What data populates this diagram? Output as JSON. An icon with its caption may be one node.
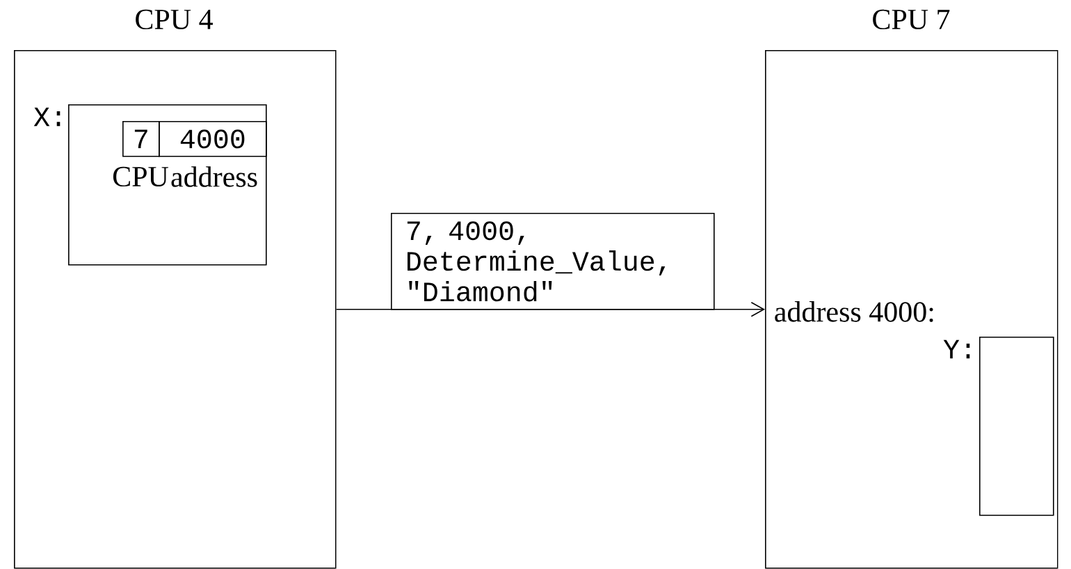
{
  "diagram": {
    "nodes": [
      {
        "text": [
          "CPU 4"
        ]
      },
      {
        "text": [],
        "shape": "box",
        "in": 0,
        "beside": [
          "X:"
        ]
      },
      {
        "text": [
          "7"
        ],
        "in": 1,
        "beside": [
          "CPU"
        ]
      },
      {
        "text": [
          "4000"
        ],
        "in": 1,
        "beside": [
          "address"
        ]
      },
      {
        "text": [
          "7, 4000, Determine_Value, \"Diamond\""
        ]
      },
      {
        "text": [
          "CPU 7"
        ]
      },
      {
        "text": [],
        "shape": "box",
        "in": 5,
        "beside": [
          "Y:"
        ]
      }
    ],
    "edges": [
      {
        "from": 0,
        "to": 5,
        "arrow": "to"
      }
    ],
    "labels": [
      "address 4000:"
    ]
  }
}
